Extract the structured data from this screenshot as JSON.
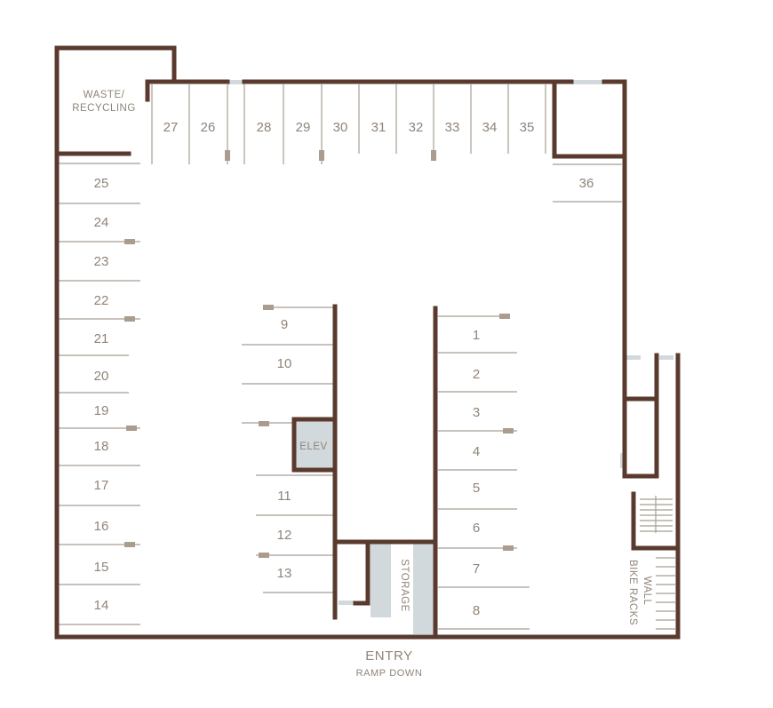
{
  "labels": {
    "waste_line1": "WASTE/",
    "waste_line2": "RECYCLING",
    "elev": "ELEV",
    "storage": "STORAGE",
    "bike_line1": "WALL",
    "bike_line2": "BIKE RACKS",
    "entry": "ENTRY",
    "ramp": "RAMP DOWN"
  },
  "stalls": {
    "s1": "1",
    "s2": "2",
    "s3": "3",
    "s4": "4",
    "s5": "5",
    "s6": "6",
    "s7": "7",
    "s8": "8",
    "s9": "9",
    "s10": "10",
    "s11": "11",
    "s12": "12",
    "s13": "13",
    "s14": "14",
    "s15": "15",
    "s16": "16",
    "s17": "17",
    "s18": "18",
    "s19": "19",
    "s20": "20",
    "s21": "21",
    "s22": "22",
    "s23": "23",
    "s24": "24",
    "s25": "25",
    "s26": "26",
    "s27": "27",
    "s28": "28",
    "s29": "29",
    "s30": "30",
    "s31": "31",
    "s32": "32",
    "s33": "33",
    "s34": "34",
    "s35": "35",
    "s36": "36"
  },
  "colors": {
    "wall": "#5a3a2e",
    "line": "#a89e93",
    "text": "#8f8479",
    "marker": "#ab9d8d",
    "opening": "#d2d9dc"
  }
}
